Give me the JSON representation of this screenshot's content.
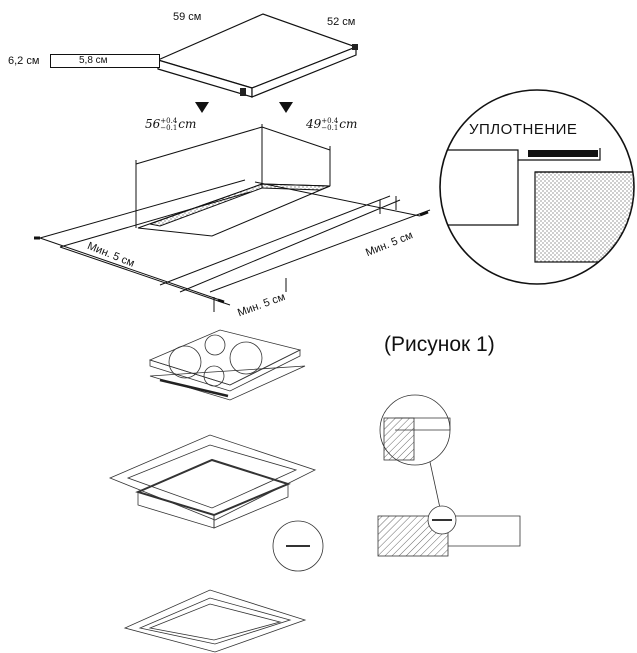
{
  "labels": {
    "width_top": "59 см",
    "depth_top": "52 см",
    "thickness": "6,2 см",
    "inner_height": "5,8 см",
    "cutout_w_val": "56",
    "cutout_w_sup": "+0.4",
    "cutout_w_sub": "−0.1",
    "cutout_w_unit": "cm",
    "cutout_d_val": "49",
    "cutout_d_sup": "+0.4",
    "cutout_d_sub": "−0.1",
    "cutout_d_unit": "cm",
    "min_left": "Мин. 5 см",
    "min_front": "Мин. 5 см",
    "min_right": "Мин. 5 см",
    "seal": "УПЛОТНЕНИЕ",
    "figure_caption": "(Рисунок 1)"
  }
}
